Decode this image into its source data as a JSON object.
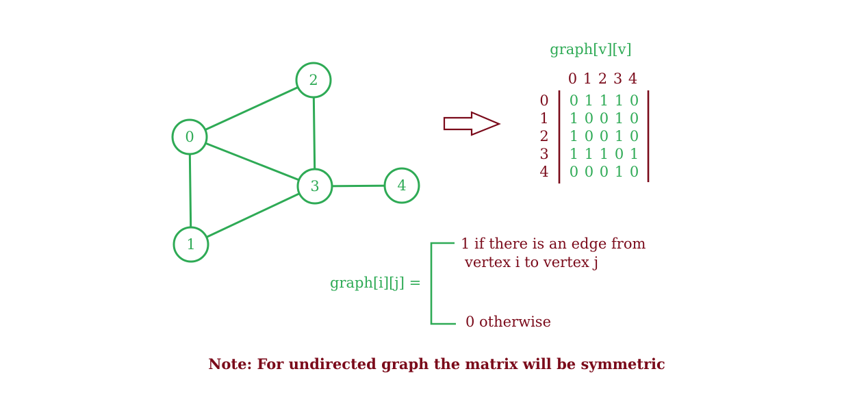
{
  "graph": {
    "node_labels": [
      "0",
      "1",
      "2",
      "3",
      "4"
    ],
    "edges": [
      [
        0,
        1
      ],
      [
        0,
        2
      ],
      [
        0,
        3
      ],
      [
        1,
        3
      ],
      [
        2,
        3
      ],
      [
        3,
        4
      ]
    ]
  },
  "matrix": {
    "title": "graph[v][v]",
    "column_header": "0 1 2 3 4",
    "row_labels": [
      "0",
      "1",
      "2",
      "3",
      "4"
    ],
    "rows": [
      "0 1 1 1 0",
      "1 0 0 1 0",
      "1 0 0 1 0",
      "1 1 1 0 1",
      "0 0 0 1 0"
    ]
  },
  "definition": {
    "lhs": "graph[i][j] =",
    "case1_line1": "1 if there is an edge from",
    "case1_line2": "vertex i to vertex j",
    "case2": "0 otherwise"
  },
  "note": "Note: For undirected graph the matrix will be symmetric",
  "colors": {
    "green": "#2eaa55",
    "dark_red": "#7a0a1a"
  }
}
